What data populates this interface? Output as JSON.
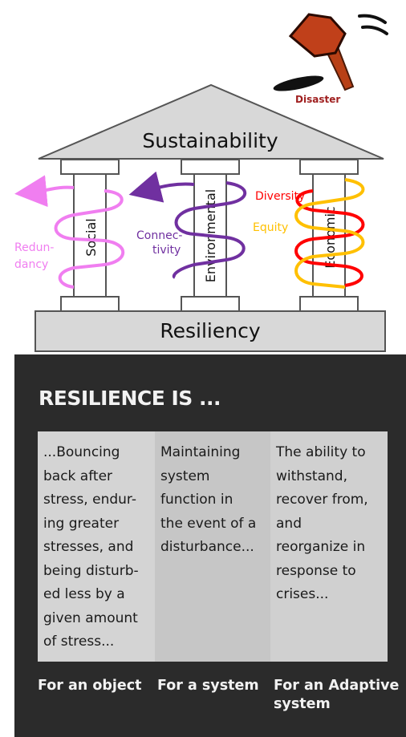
{
  "diagram": {
    "disaster_label": "Disaster",
    "roof_label": "Sustainability",
    "base_label": "Resiliency",
    "pillars": [
      {
        "label": "Social"
      },
      {
        "label": "Environmental"
      },
      {
        "label": "Economic"
      }
    ],
    "spiral_labels": {
      "redundancy": [
        "Redun-",
        "dancy"
      ],
      "connectivity": [
        "Connec-",
        "tivity"
      ],
      "diversity": "Diversity",
      "equity": "Equity"
    },
    "colors": {
      "social_spiral": "#f07ef0",
      "environmental_spiral": "#7030a0",
      "diversity_spiral": "#ff0000",
      "equity_spiral": "#ffc000",
      "disaster_text": "#a02020",
      "hammer": "#c0401a"
    }
  },
  "panel": {
    "title": "RESILIENCE IS ...",
    "columns": [
      {
        "lines": [
          "...Bouncing",
          "back after",
          "stress, endur-",
          "ing greater",
          "stresses, and",
          "being disturb-",
          "ed less by a",
          "given amount",
          "of stress..."
        ],
        "footer": [
          "For an object"
        ],
        "bg": "#d4d4d4"
      },
      {
        "lines": [
          "Maintaining",
          "system",
          "function in",
          "the event of a",
          "disturbance..."
        ],
        "footer": [
          "For a system"
        ],
        "bg": "#c6c6c6"
      },
      {
        "lines": [
          "The ability to",
          "withstand,",
          "recover from,",
          "and",
          "reorganize in",
          "response to",
          "crises..."
        ],
        "footer": [
          "For an Adaptive",
          "system"
        ],
        "bg": "#d0d0d0"
      }
    ]
  }
}
